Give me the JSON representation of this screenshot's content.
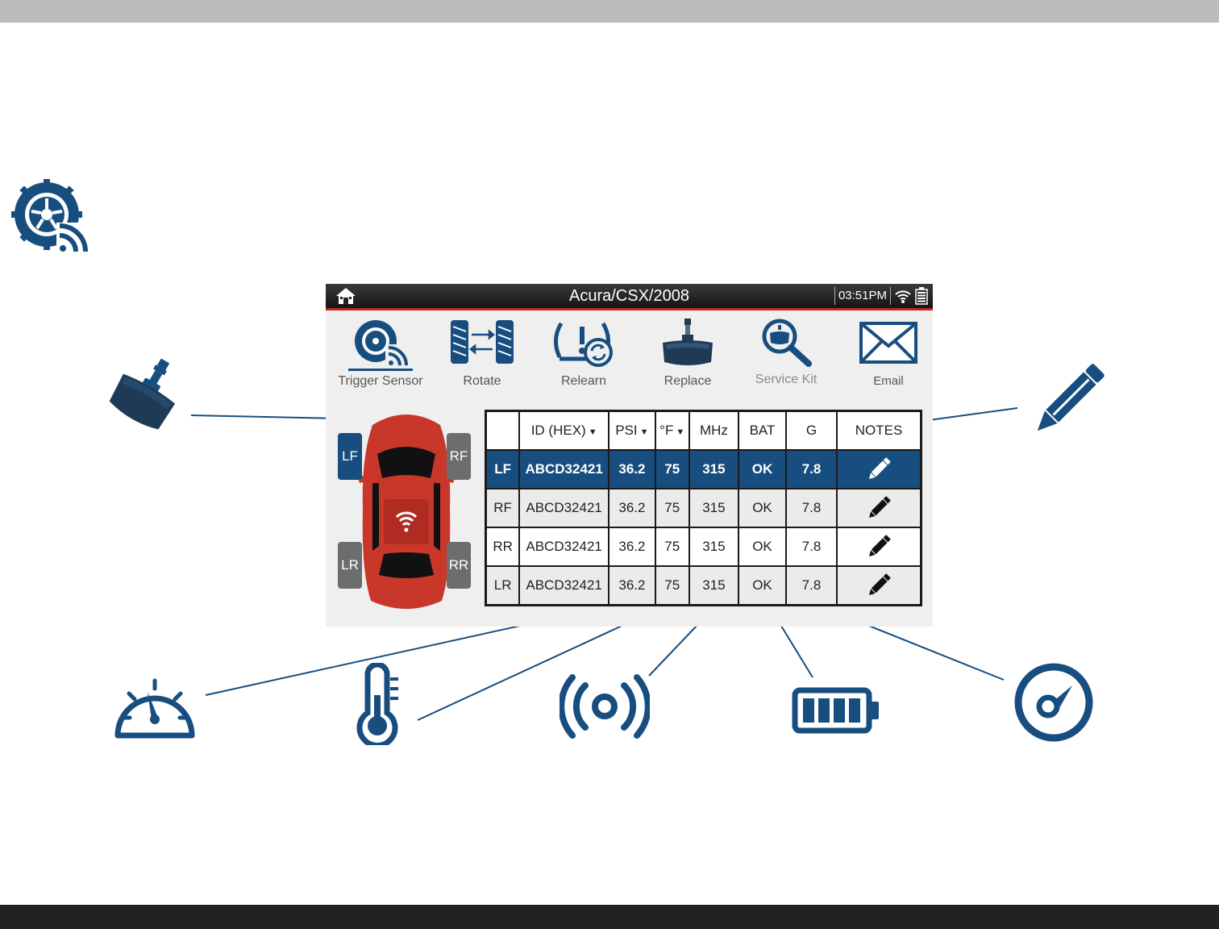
{
  "screen": {
    "title": "Acura/CSX/2008",
    "clock": "03:51PM"
  },
  "toolbar": [
    {
      "label": "Trigger Sensor",
      "icon": "trigger-sensor-icon",
      "active": true
    },
    {
      "label": "Rotate",
      "icon": "rotate-icon",
      "active": false
    },
    {
      "label": "Relearn",
      "icon": "relearn-icon",
      "active": false
    },
    {
      "label": "Replace",
      "icon": "replace-sensor-icon",
      "active": false
    },
    {
      "label": "Service Kit",
      "icon": "service-kit-icon",
      "active": false
    },
    {
      "label": "Email",
      "icon": "email-icon",
      "active": false
    }
  ],
  "wheels": {
    "lf": "LF",
    "rf": "RF",
    "lr": "LR",
    "rr": "RR",
    "active": "LF"
  },
  "table": {
    "headers": {
      "pos": "",
      "id": "ID (HEX)",
      "psi": "PSI",
      "temp": "°F",
      "mhz": "MHz",
      "bat": "BAT",
      "g": "G",
      "notes": "NOTES"
    },
    "rows": [
      {
        "pos": "LF",
        "id": "ABCD32421",
        "psi": "36.2",
        "temp": "75",
        "mhz": "315",
        "bat": "OK",
        "g": "7.8",
        "selected": true
      },
      {
        "pos": "RF",
        "id": "ABCD32421",
        "psi": "36.2",
        "temp": "75",
        "mhz": "315",
        "bat": "OK",
        "g": "7.8",
        "selected": false
      },
      {
        "pos": "RR",
        "id": "ABCD32421",
        "psi": "36.2",
        "temp": "75",
        "mhz": "315",
        "bat": "OK",
        "g": "7.8",
        "selected": false
      },
      {
        "pos": "LR",
        "id": "ABCD32421",
        "psi": "36.2",
        "temp": "75",
        "mhz": "315",
        "bat": "OK",
        "g": "7.8",
        "selected": false
      }
    ]
  },
  "colors": {
    "brand_blue": "#174e7f",
    "accent_red": "#c8201e",
    "car_red": "#c8372a"
  },
  "callout_icons": [
    "tpms-sensor-icon",
    "pencil-icon",
    "pressure-gauge-icon",
    "thermometer-icon",
    "radio-signal-icon",
    "battery-icon",
    "g-force-gauge-icon"
  ]
}
